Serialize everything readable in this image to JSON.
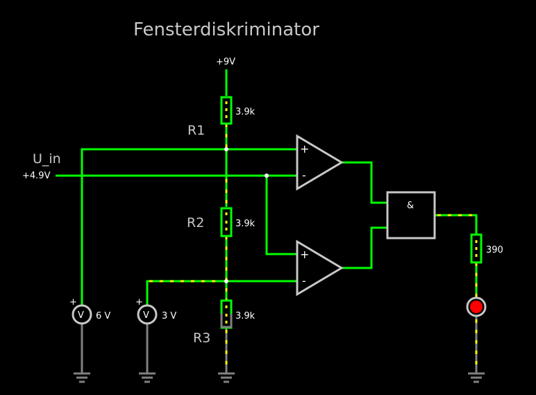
{
  "title": "Fensterdiskriminator",
  "colors": {
    "background": "#000000",
    "wire_high": "#00ff00",
    "wire_low": "#808080",
    "current_dots": "#ffff00",
    "component": "#c8c8c8",
    "led_on": "#ff0000"
  },
  "supply": {
    "label": "+9V"
  },
  "input": {
    "name": "U_in",
    "value": "+4.9V"
  },
  "resistors": [
    {
      "name": "R1",
      "value": "3.9k"
    },
    {
      "name": "R2",
      "value": "3.9k"
    },
    {
      "name": "R3",
      "value": "3.9k"
    },
    {
      "name": "",
      "value": "390"
    }
  ],
  "sources": [
    {
      "value": "6 V",
      "symbol": "V",
      "polarity": "+"
    },
    {
      "value": "3 V",
      "symbol": "V",
      "polarity": "+"
    }
  ],
  "opamps": [
    {
      "plus": "+",
      "minus": "-"
    },
    {
      "plus": "+",
      "minus": "-"
    }
  ],
  "gate": {
    "symbol": "&"
  },
  "led": {
    "state": "on"
  }
}
